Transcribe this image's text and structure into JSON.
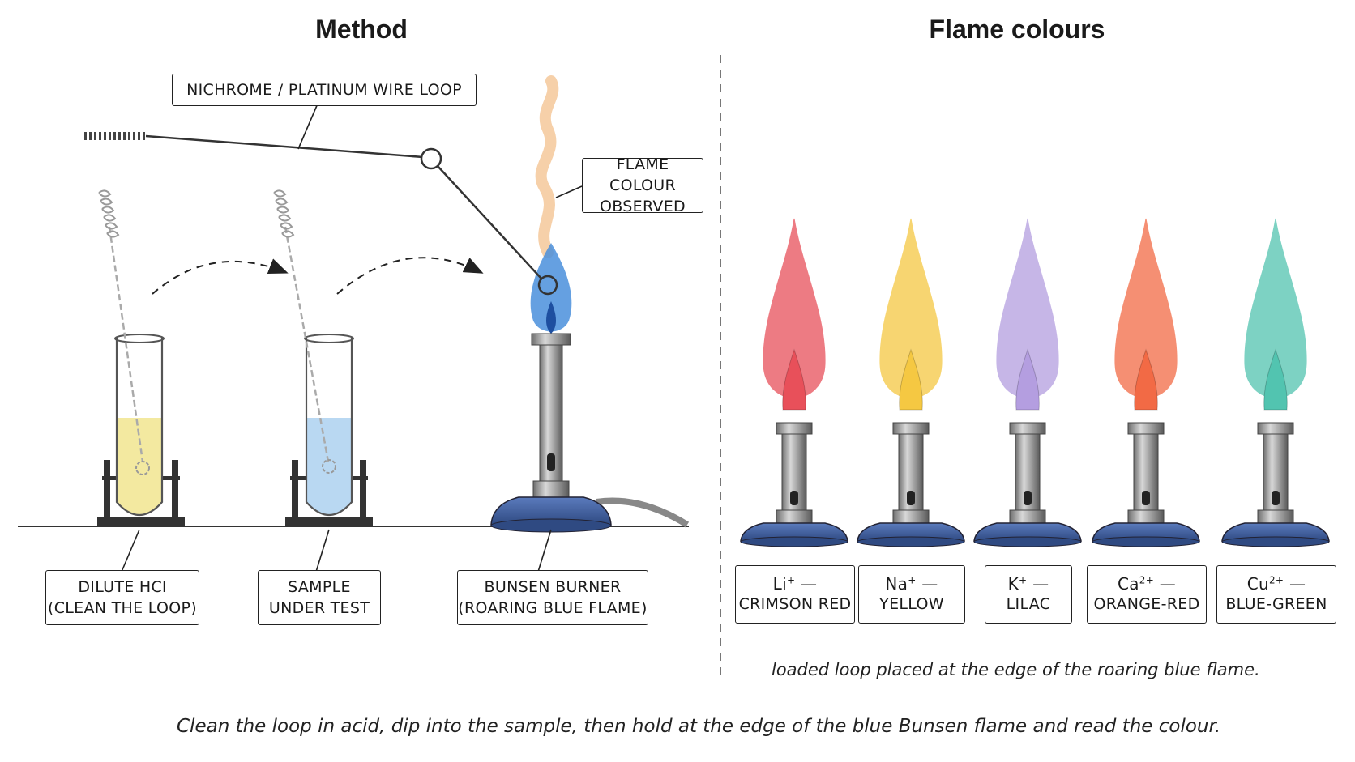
{
  "titles": {
    "method": "Method",
    "flame_colours": "Flame colours"
  },
  "labels": {
    "wire_loop": "NICHROME / PLATINUM WIRE LOOP",
    "flame_observed_1": "FLAME COLOUR",
    "flame_observed_2": "OBSERVED",
    "dilute_hcl_1": "DILUTE HCl",
    "dilute_hcl_2": "(CLEAN THE LOOP)",
    "sample_1": "SAMPLE",
    "sample_2": "UNDER TEST",
    "bunsen_1": "BUNSEN BURNER",
    "bunsen_2": "(ROARING BLUE FLAME)"
  },
  "ions": [
    {
      "symbol": "Li",
      "charge": "+",
      "colour_name": "CRIMSON RED",
      "color": "#e8505a"
    },
    {
      "symbol": "Na",
      "charge": "+",
      "colour_name": "YELLOW",
      "color": "#f5c842"
    },
    {
      "symbol": "K",
      "charge": "+",
      "colour_name": "LILAC",
      "color": "#b49ee0"
    },
    {
      "symbol": "Ca",
      "charge": "2+",
      "colour_name": "ORANGE-RED",
      "color": "#f26a45"
    },
    {
      "symbol": "Cu",
      "charge": "2+",
      "colour_name": "BLUE-GREEN",
      "color": "#52c4b0"
    }
  ],
  "ion_dash": "—",
  "captions": {
    "right": "loaded loop placed at the edge of the roaring blue flame.",
    "bottom": "Clean the loop in acid, dip into the sample, then hold at the edge of the blue Bunsen flame and read the colour."
  },
  "colors": {
    "hcl_liquid": "#f3e9a0",
    "sample_liquid": "#b9d8f2",
    "bunsen_flame": "#4a8fdc",
    "burner_base": "#3f5e9c",
    "smoke": "#f0b070"
  }
}
